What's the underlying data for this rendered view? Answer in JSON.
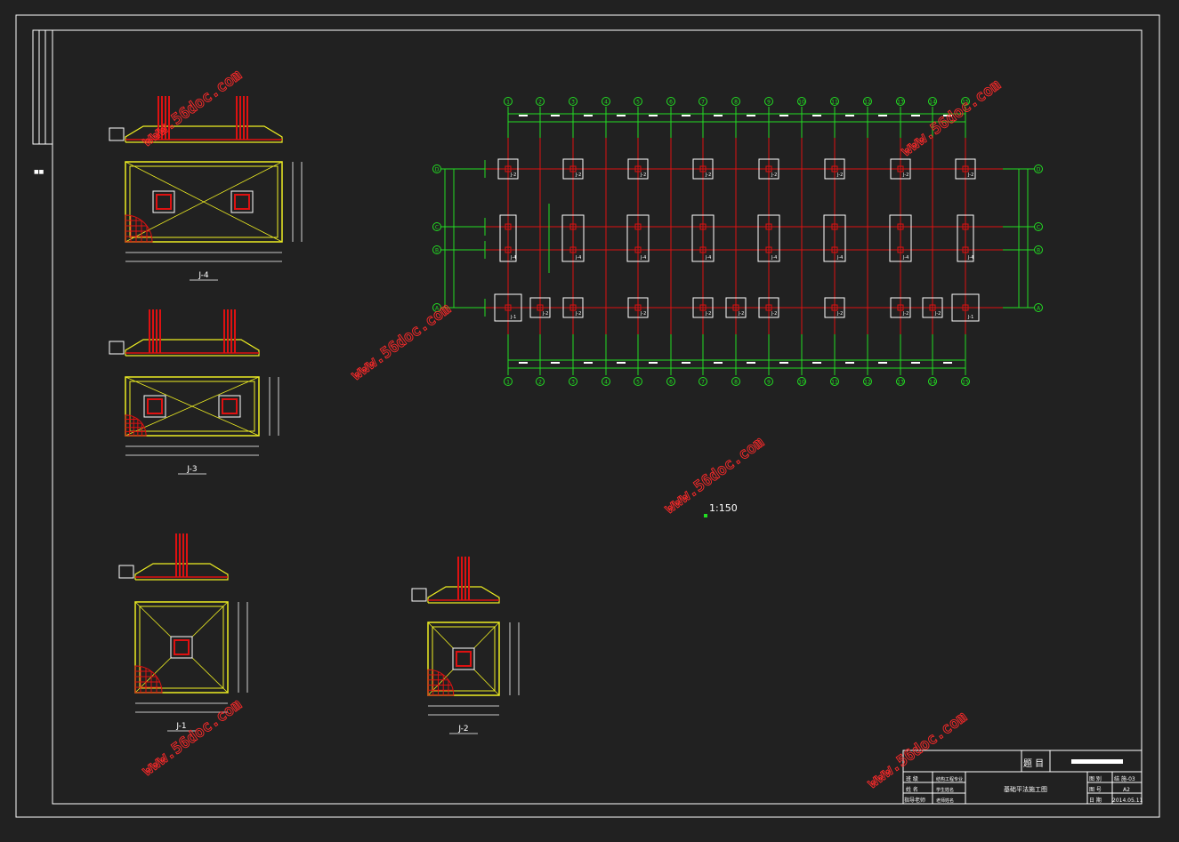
{
  "drawing": {
    "scale_label": "1:150",
    "watermark_text": "www.56doc.com",
    "column_axes": [
      "1",
      "2",
      "3",
      "4",
      "5",
      "6",
      "7",
      "8",
      "9",
      "10",
      "11",
      "12",
      "13",
      "14",
      "15"
    ],
    "row_axes": [
      "D",
      "C",
      "B",
      "A"
    ],
    "footing_labels": {
      "j1": "J-1",
      "j2": "J-2",
      "j3": "J-3",
      "j4": "J-4"
    },
    "detail_titles": [
      "J-4",
      "J-3",
      "J-1",
      "J-2"
    ]
  },
  "title_block": {
    "title_header": "题  目",
    "drawing_name": "基础平法施工图",
    "rows_left": [
      {
        "label": "班  级",
        "value": "结构工程专业"
      },
      {
        "label": "姓  名",
        "value": "学生姓名"
      },
      {
        "label": "指导老师",
        "value": "老师姓名"
      }
    ],
    "rows_right": [
      {
        "label": "图  别",
        "value": "结 施-03"
      },
      {
        "label": "图  号",
        "value": "A2"
      },
      {
        "label": "日  期",
        "value": "2014.05.11"
      }
    ]
  },
  "colors": {
    "background": "#212121",
    "frame": "#ffffff",
    "grid_green": "#22dd22",
    "column_red": "#dd1111",
    "footing_white": "#ffffff",
    "detail_yellow": "#eeee22",
    "watermark": "#ff2a2a"
  }
}
